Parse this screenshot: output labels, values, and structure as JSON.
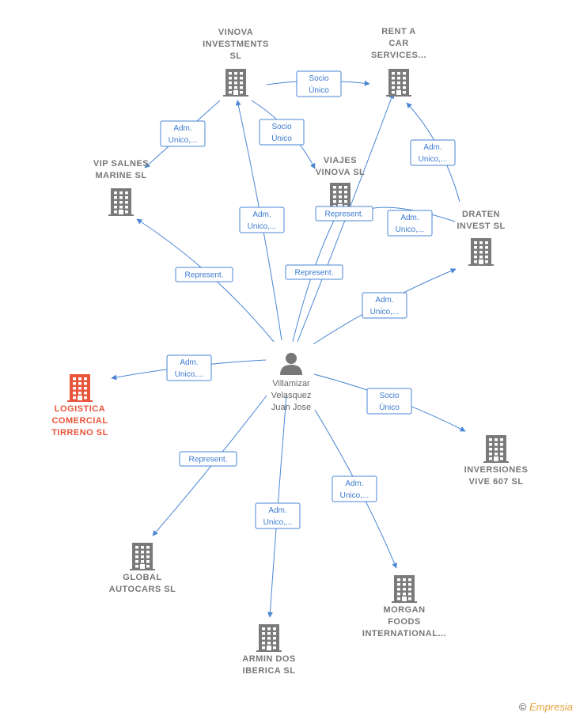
{
  "colors": {
    "edge": "#4a86d4",
    "building": "#7a7a7a",
    "focus": "#e8553a",
    "person": "#777777"
  },
  "person": {
    "id": "p",
    "lines": [
      "Villamizar",
      "Velasquez",
      "Juan Jose"
    ]
  },
  "companies": [
    {
      "id": "vinova",
      "lines": [
        "VINOVA",
        "INVESTMENTS",
        "SL"
      ],
      "focus": false
    },
    {
      "id": "rentacar",
      "lines": [
        "RENT A",
        "CAR",
        "SERVICES..."
      ],
      "focus": false
    },
    {
      "id": "vipsalnes",
      "lines": [
        "VIP SALNES",
        "MARINE  SL"
      ],
      "focus": false
    },
    {
      "id": "viajes",
      "lines": [
        "VIAJES",
        "VINOVA  SL"
      ],
      "focus": false
    },
    {
      "id": "draten",
      "lines": [
        "DRATEN",
        "INVEST  SL"
      ],
      "focus": false
    },
    {
      "id": "logistica",
      "lines": [
        "LOGISTICA",
        "COMERCIAL",
        "TIRRENO  SL"
      ],
      "focus": true
    },
    {
      "id": "inversiones",
      "lines": [
        "INVERSIONES",
        "VIVE 607  SL"
      ],
      "focus": false
    },
    {
      "id": "global",
      "lines": [
        "GLOBAL",
        "AUTOCARS  SL"
      ],
      "focus": false
    },
    {
      "id": "armin",
      "lines": [
        "ARMIN DOS",
        "IBERICA  SL"
      ],
      "focus": false
    },
    {
      "id": "morgan",
      "lines": [
        "MORGAN",
        "FOODS",
        "INTERNATIONAL..."
      ],
      "focus": false
    }
  ],
  "edges": [
    {
      "from": "vinova",
      "to": "rentacar",
      "label": [
        "Socio",
        "Único"
      ]
    },
    {
      "from": "vinova",
      "to": "vipsalnes",
      "label": [
        "Adm.",
        "Unico,..."
      ]
    },
    {
      "from": "vinova",
      "to": "viajes",
      "label": [
        "Socio",
        "Único"
      ]
    },
    {
      "from": "draten",
      "to": "rentacar",
      "label": [
        "Adm.",
        "Unico,..."
      ]
    },
    {
      "from": "draten",
      "to": "viajes",
      "label": [
        "Adm.",
        "Unico,..."
      ]
    },
    {
      "from": "p",
      "to": "vinova",
      "label": [
        "Adm.",
        "Unico,..."
      ]
    },
    {
      "from": "p",
      "to": "vipsalnes",
      "label": [
        "Represent."
      ]
    },
    {
      "from": "p",
      "to": "viajes",
      "label": [
        "Represent."
      ]
    },
    {
      "from": "p",
      "to": "rentacar",
      "label": [
        "Represent."
      ]
    },
    {
      "from": "p",
      "to": "draten",
      "label": [
        "Adm.",
        "Unico,..."
      ]
    },
    {
      "from": "p",
      "to": "logistica",
      "label": [
        "Adm.",
        "Unico,..."
      ]
    },
    {
      "from": "p",
      "to": "inversiones",
      "label": [
        "Socio",
        "Único"
      ]
    },
    {
      "from": "p",
      "to": "global",
      "label": [
        "Represent."
      ]
    },
    {
      "from": "p",
      "to": "armin",
      "label": [
        "Adm.",
        "Unico,..."
      ]
    },
    {
      "from": "p",
      "to": "morgan",
      "label": [
        "Adm.",
        "Unico,..."
      ]
    }
  ],
  "footer": {
    "copyright": "©",
    "brand": "Empresia"
  }
}
